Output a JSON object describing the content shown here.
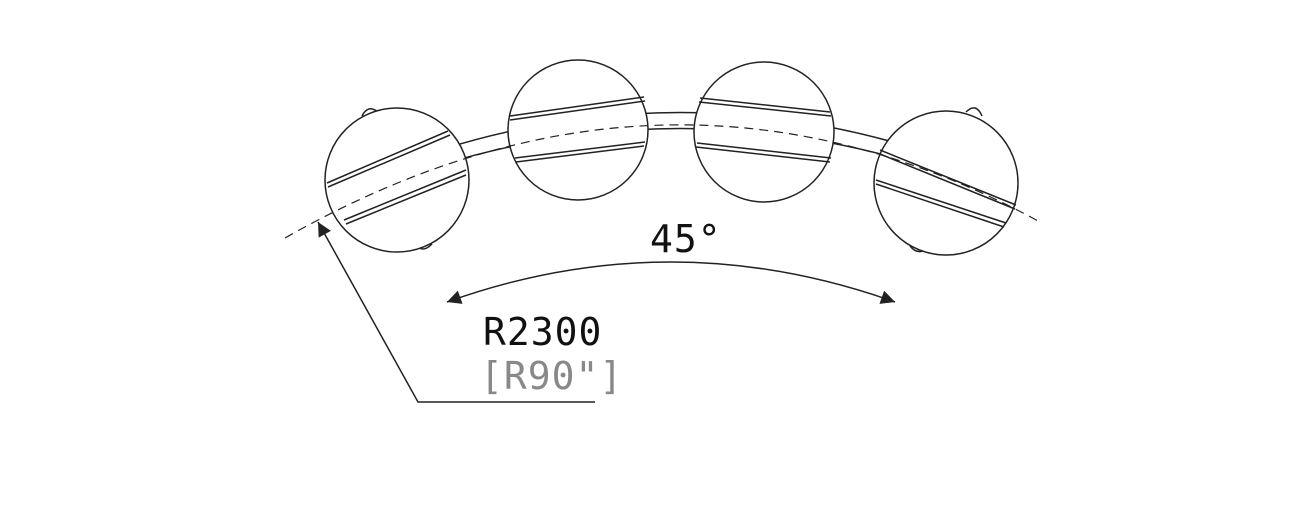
{
  "dimensions": {
    "angle": "45°",
    "radius_metric": "R2300",
    "radius_imperial": "[R90\"]"
  },
  "colors": {
    "line": "#222222",
    "text": "#111111",
    "imperial_text": "#888888"
  }
}
